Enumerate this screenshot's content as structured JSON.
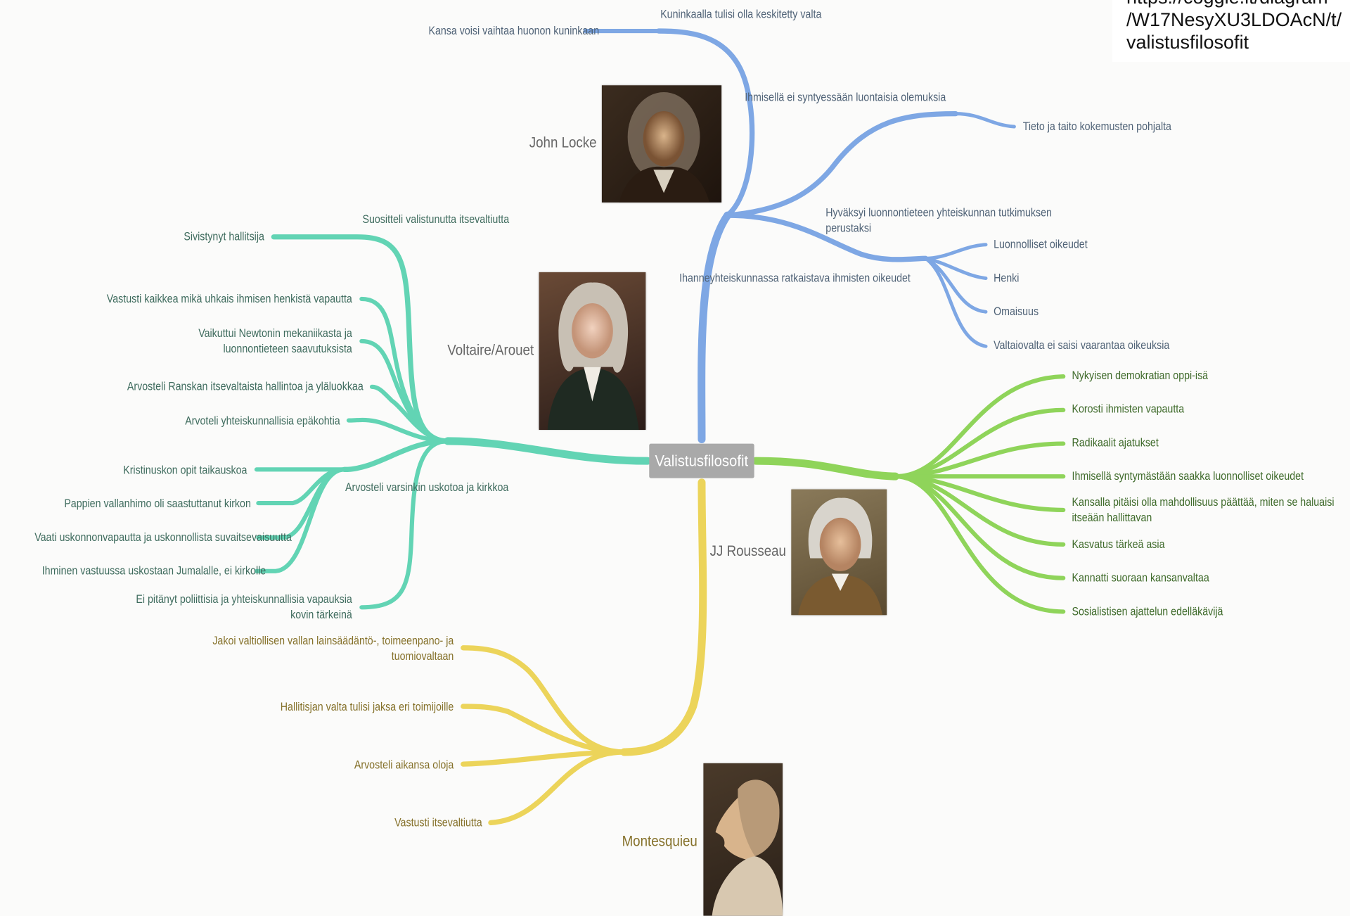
{
  "url_lines": [
    "https://coggle.it/diagram",
    "/W17NesyXU3LDOAcN/t/",
    "valistusfilosofit"
  ],
  "root": "Valistusfilosofit",
  "colors": {
    "blue": "#7ea7e4",
    "teal": "#62d4b4",
    "green": "#8fd45a",
    "yellow": "#ecd45a"
  },
  "branches": {
    "locke": {
      "name": "John Locke",
      "items": [
        "Kuninkaalla tulisi olla keskitetty valta",
        "Kansa voisi vaihtaa huonon kuninkaan",
        "Ihmisellä ei syntyessään luontaisia olemuksia",
        "Tieto ja taito kokemusten pohjalta",
        "Hyväksyi luonnontieteen yhteiskunnan tutkimuksen perustaksi",
        "Ihanneyhteiskunnassa ratkaistava ihmisten oikeudet",
        "Luonnolliset oikeudet",
        "Henki",
        "Omaisuus",
        "Valtaiovalta ei saisi vaarantaa oikeuksia"
      ]
    },
    "voltaire": {
      "name": "Voltaire/Arouet",
      "items": [
        "Suositteli valistunutta itsevaltiutta",
        "Sivistynyt hallitsija",
        "Vastusti kaikkea mikä uhkais ihmisen henkistä vapautta",
        "Vaikuttui Newtonin mekaniikasta ja luonnontieteen saavutuksista",
        "Arvosteli Ranskan itsevaltaista hallintoa ja yläluokkaa",
        "Arvoteli yhteiskunnallisia epäkohtia",
        "Arvosteli varsinkin uskotoa ja kirkkoa",
        "Kristinuskon opit taikauskoa",
        "Pappien vallanhimo oli saastuttanut kirkon",
        "Vaati uskonnonvapautta ja uskonnollista suvaitsevaisuutta",
        "Ihminen vastuussa uskostaan Jumalalle, ei kirkolle",
        "Ei pitänyt poliittisia ja yhteiskunnallisia vapauksia kovin tärkeinä"
      ]
    },
    "rousseau": {
      "name": "JJ Rousseau",
      "items": [
        "Nykyisen demokratian oppi-isä",
        "Korosti ihmisten vapautta",
        "Radikaalit ajatukset",
        "Ihmisellä syntymästään saakka luonnolliset oikeudet",
        "Kansalla pitäisi olla mahdollisuus päättää, miten se haluaisi itseään hallittavan",
        "Kasvatus tärkeä asia",
        "Kannatti suoraan kansanvaltaa",
        "Sosialistisen ajattelun edelläkävijä"
      ]
    },
    "montesquieu": {
      "name": "Montesquieu",
      "items": [
        "Jakoi valtiollisen vallan lainsäädäntö-, toimeenpano- ja tuomiovaltaan",
        "Hallitisjan valta tulisi jaksa eri toimijoille",
        "Arvosteli aikansa oloja",
        "Vastusti itsevaltiutta"
      ]
    }
  }
}
